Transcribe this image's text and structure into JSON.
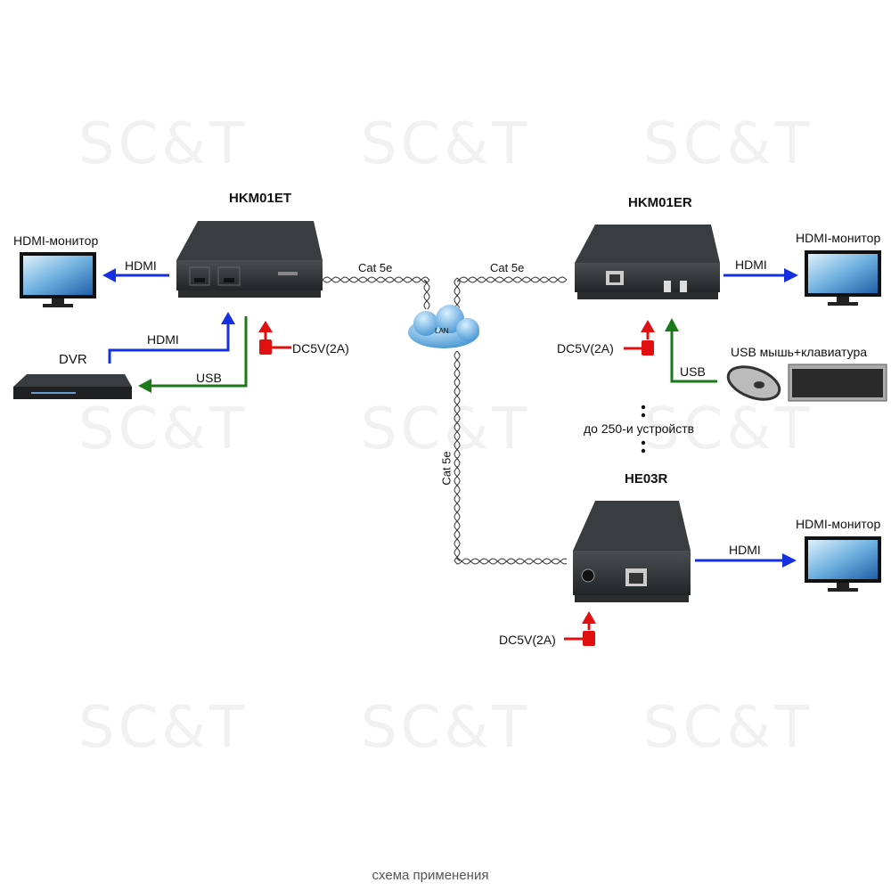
{
  "watermark": "SC&T",
  "devices": {
    "transmitter": "HKM01ET",
    "receiver": "HKM01ER",
    "receiver2": "HE03R",
    "dvr": "DVR",
    "lan": "LAN"
  },
  "labels": {
    "monitor_left": "HDMI-монитор",
    "monitor_right": "HDMI-монитор",
    "monitor_bottom": "HDMI-монитор",
    "hdmi_out_left": "HDMI",
    "hdmi_in_dvr": "HDMI",
    "usb_dvr": "USB",
    "power_tx": "DC5V(2A)",
    "power_rx": "DC5V(2A)",
    "power_rx2": "DC5V(2A)",
    "cat_left": "Cat 5e",
    "cat_right": "Cat 5e",
    "cat_down": "Cat 5e",
    "hdmi_out_right": "HDMI",
    "hdmi_out_bottom": "HDMI",
    "usb_rx": "USB",
    "usb_peripherals": "USB мышь+клавиатура",
    "up_to": "до 250-и устройств"
  },
  "footer": "схема применения",
  "colors": {
    "hdmi": "#1530e0",
    "usb": "#1a7a1a",
    "power": "#e01010",
    "device": "#2b2e30"
  }
}
